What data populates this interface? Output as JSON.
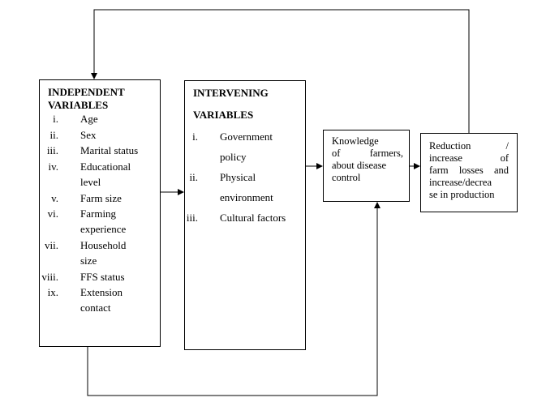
{
  "independent": {
    "title_line1": "INDEPENDENT",
    "title_line2": "VARIABLES",
    "items": [
      {
        "num": "i.",
        "line1": "Age",
        "line2": ""
      },
      {
        "num": "ii.",
        "line1": "Sex",
        "line2": ""
      },
      {
        "num": "iii.",
        "line1": "Marital status",
        "line2": ""
      },
      {
        "num": "iv.",
        "line1": "Educational",
        "line2": "level"
      },
      {
        "num": "v.",
        "line1": "Farm size",
        "line2": ""
      },
      {
        "num": "vi.",
        "line1": "Farming",
        "line2": "experience"
      },
      {
        "num": "vii.",
        "line1": "Household",
        "line2": "size"
      },
      {
        "num": "viii.",
        "line1": "FFS status",
        "line2": ""
      },
      {
        "num": "ix.",
        "line1": "Extension",
        "line2": "contact"
      }
    ]
  },
  "intervening": {
    "title_line1": "INTERVENING",
    "title_line2": "VARIABLES",
    "items": [
      {
        "num": "i.",
        "line1": "Government",
        "line2": "policy"
      },
      {
        "num": "ii.",
        "line1": "Physical",
        "line2": "environment"
      },
      {
        "num": "iii.",
        "line1": "Cultural factors",
        "line2": ""
      }
    ]
  },
  "knowledge": {
    "lines": [
      "Knowledge",
      "of farmers,",
      "about disease",
      "control"
    ]
  },
  "outcome": {
    "lines": [
      "Reduction /",
      "increase of",
      "farm losses and",
      "increase/decrea",
      "se in production"
    ]
  }
}
